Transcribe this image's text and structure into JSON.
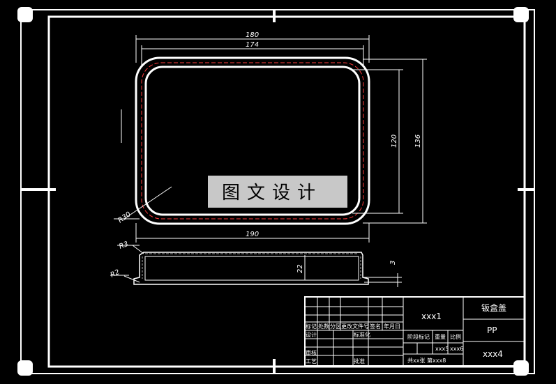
{
  "drawing": {
    "watermark": "图文设计",
    "dimensions": {
      "outer_width": "180",
      "inner_width": "174",
      "inner_height": "120",
      "outer_height": "136",
      "bottom_width": "190",
      "corner_radius": "R30",
      "flange_radius": "R3",
      "bend_radius": "R2",
      "depth": "22",
      "flange": "3"
    }
  },
  "title_block": {
    "part_name": "钣盒盖",
    "material": "PP",
    "drawing_no_left": "xxx1",
    "drawing_no_right": "xxx4",
    "weight_value": "xxx5",
    "scale_value": "xxx6",
    "sheets_text": "共xx张 第xxx8",
    "labels": {
      "mark": "标记",
      "count": "处数",
      "zone": "分区",
      "change_doc": "更改文件号",
      "sign": "签名",
      "date": "年月日",
      "design": "设计",
      "standardize": "标准化",
      "stage_mark": "阶段标记",
      "weight": "重量",
      "scale": "比例",
      "review": "审核",
      "process": "工艺",
      "approve": "批准"
    }
  }
}
